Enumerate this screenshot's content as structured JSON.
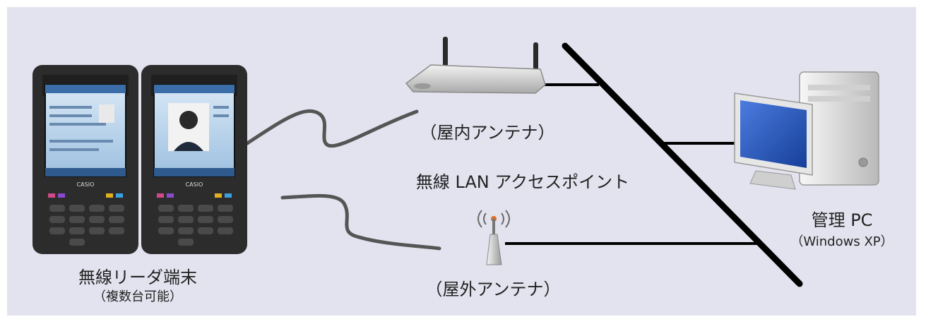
{
  "labels": {
    "indoor_antenna": "（屋内アンテナ）",
    "access_point": "無線 LAN アクセスポイント",
    "outdoor_antenna": "（屋外アンテナ）",
    "handheld_title": "無線リーダ端末",
    "handheld_sub": "（複数台可能）",
    "pc_title": "管理 PC",
    "pc_sub": "（Windows  XP）",
    "device_brand": "CASIO"
  },
  "colors": {
    "background": "#e3e3ef",
    "network_line": "#000000",
    "wireless_wave": "#555555",
    "router_body": "#c8c8c8",
    "monitor_screen": "#2a55b8",
    "device_body": "#2c2c2c"
  },
  "icons": [
    "router-icon",
    "outdoor-antenna-icon",
    "handheld-terminal-icon",
    "desktop-pc-icon"
  ]
}
